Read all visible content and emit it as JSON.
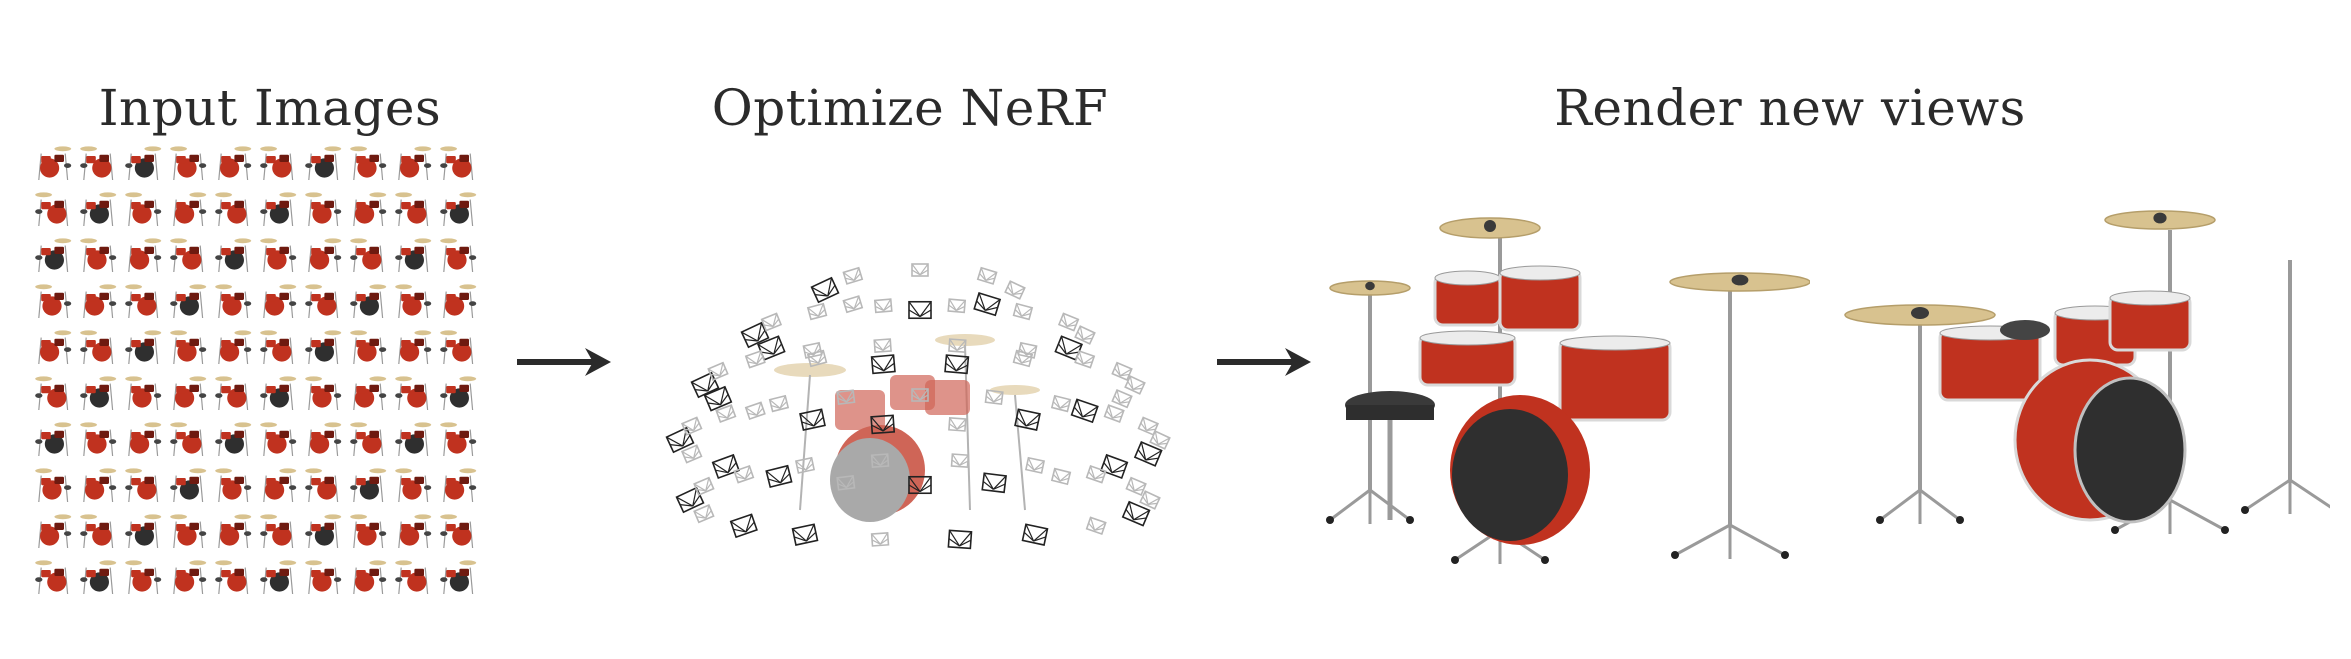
{
  "titles": {
    "input": "Input Images",
    "optimize": "Optimize NeRF",
    "render": "Render new views"
  },
  "colors": {
    "drum_red": "#c0321f",
    "drum_dark": "#6e1a10",
    "cymbal": "#d8c28f",
    "hardware": "#9a9a9a",
    "bass_head": "#2f2f2f",
    "text": "#2b2b2b",
    "arrow": "#2b2b2b",
    "camera_dark": "#222222",
    "camera_light": "#b8b8b8"
  },
  "icons": {
    "arrow": "right-arrow-icon",
    "camera": "camera-frustum-icon",
    "drum_kit": "drum-kit-icon"
  }
}
